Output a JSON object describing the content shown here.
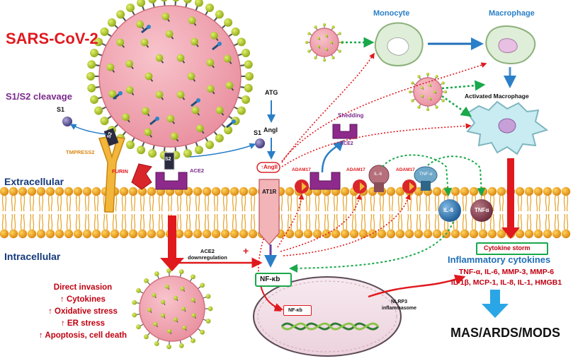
{
  "virus": {
    "name": "SARS-CoV-2"
  },
  "labels": {
    "s1s2_cleavage": "S1/S2 cleavage",
    "s1_left": "S1",
    "s1_right": "S1",
    "s2_a": "S2",
    "s2_b": "S2",
    "tmpress2": "TMPRESS2",
    "furin": "FURIN",
    "ace2_membrane": "ACE2",
    "ace2_shed": "ACE2",
    "shedding": "Shedding",
    "extracellular": "Extracellular",
    "intracellular": "Intracellular",
    "atg": "ATG",
    "angi": "AngI",
    "angii": "AngII",
    "at1r": "AT1R",
    "adam17_1": "ADAM17",
    "adam17_2": "ADAM17",
    "adam17_3": "ADAM17",
    "il6_receptor": "IL-6",
    "tnfa_receptor": "TNF-α",
    "il6_ball": "IL-6",
    "tnfa_ball": "TNFα",
    "ace2_downregulation": "ACE2\ndownregulation",
    "plus": "+",
    "nfkb_main": "NF-κb",
    "nfkb_nucleus": "NF-κb",
    "nlrp3": "NLRP3\ninflammasome",
    "monocyte": "Monocyte",
    "macrophage": "Macrophage",
    "activated_macrophage": "Activated Macrophage",
    "cytokine_storm": "Cytokine storm",
    "inflammatory_cytokines": "Inflammatory cytokines",
    "outcome": "MAS/ARDS/MODS"
  },
  "direct_effects": [
    "Direct invasion",
    "↑ Cytokines",
    "↑ Oxidative stress",
    "↑ ER stress",
    "↑ Apoptosis, cell death"
  ],
  "cytokine_lines": [
    "TNF-α, IL-6, MMP-3, MMP-6",
    "IL-1β, MCP-1, IL-8, IL-1, HMGB1"
  ],
  "colors": {
    "virus_body": "#f2a0ad",
    "spike": "#b5cc2a",
    "membrane_head": "#e8a020",
    "red_arrow": "#e0191e",
    "green_dotted": "#19a84a",
    "blue_arrow": "#2a7fc8",
    "ace2_purple": "#8e2a8c"
  }
}
